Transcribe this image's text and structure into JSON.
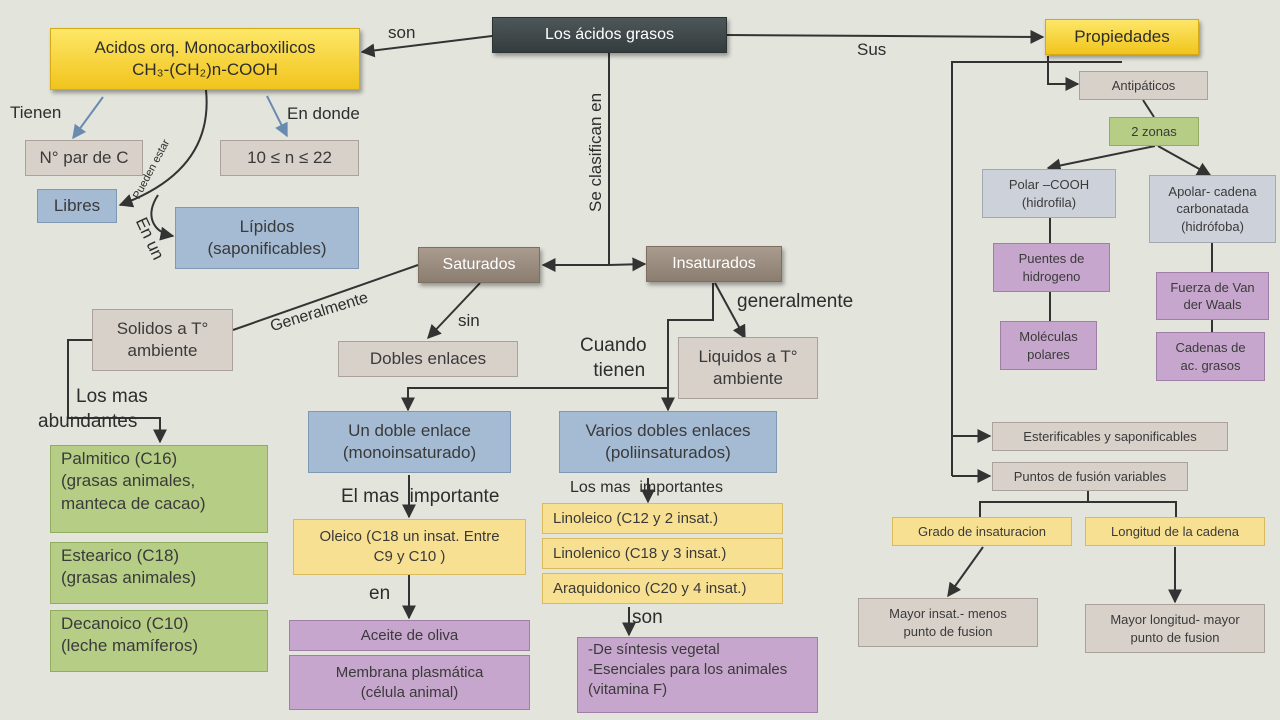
{
  "nodes": {
    "root": "Los ácidos grasos",
    "acidos_line1": "Acidos orq. Monocarboxilicos",
    "acidos_line2": "CH₃-(CH₂)n-COOH",
    "par_c": "N° par de C",
    "n_range": "10 ≤ n ≤ 22",
    "libres": "Libres",
    "lipidos_1": "Lípidos",
    "lipidos_2": "(saponificables)",
    "saturados": "Saturados",
    "insaturados": "Insaturados",
    "solidos_1": "Solidos a T°",
    "solidos_2": "ambiente",
    "dobles": "Dobles enlaces",
    "liquidos_1": "Liquidos a T°",
    "liquidos_2": "ambiente",
    "palmitico_1": "Palmitico (C16)",
    "palmitico_2": "(grasas animales,",
    "palmitico_3": "manteca de cacao)",
    "estearico_1": "Estearico (C18)",
    "estearico_2": "(grasas animales)",
    "decanoico_1": "Decanoico (C10)",
    "decanoico_2": "(leche mamíferos)",
    "mono_1": "Un doble enlace",
    "mono_2": "(monoinsaturado)",
    "poli_1": "Varios dobles enlaces",
    "poli_2": "(poliinsaturados)",
    "oleico_1": "Oleico (C18 un insat. Entre",
    "oleico_2": "C9 y C10 )",
    "aceite": "Aceite de oliva",
    "membrana_1": "Membrana plasmática",
    "membrana_2": "(célula animal)",
    "linoleico": "Linoleico (C12 y 2 insat.)",
    "linolenico": "Linolenico (C18 y 3 insat.)",
    "araquidonico": "Araquidonico (C20 y 4 insat.)",
    "sintesis_1": "-De síntesis vegetal",
    "sintesis_2": "-Esenciales para los animales",
    "sintesis_3": "(vitamina F)",
    "propiedades": "Propiedades",
    "antipaticos": "Antipáticos",
    "zonas": "2 zonas",
    "polar_1": "Polar –COOH",
    "polar_2": "(hidrofila)",
    "apolar_1": "Apolar- cadena",
    "apolar_2": "carbonatada",
    "apolar_3": "(hidrófoba)",
    "puentes_1": "Puentes de",
    "puentes_2": "hidrogeno",
    "moleculas_1": "Moléculas",
    "moleculas_2": "polares",
    "vanderwaals_1": "Fuerza de Van",
    "vanderwaals_2": "der Waals",
    "cadenas_1": "Cadenas de",
    "cadenas_2": "ac. grasos",
    "esterificables": "Esterificables y saponificables",
    "puntos": "Puntos de fusión variables",
    "grado": "Grado de insaturacion",
    "longitud": "Longitud de la cadena",
    "mayor_insat_1": "Mayor insat.- menos",
    "mayor_insat_2": "punto de fusion",
    "mayor_long_1": "Mayor longitud- mayor",
    "mayor_long_2": "punto de fusion"
  },
  "links": {
    "son": "son",
    "sus": "Sus",
    "tienen": "Tienen",
    "en_donde": "En donde",
    "pueden_estar": "Pueden estar",
    "en_un": "En un",
    "se_clasifican": "Se clasifican en",
    "generalmente_sat": "Generalmente",
    "sin": "sin",
    "generalmente_ins": "generalmente",
    "cuando": "Cuando",
    "tienen2": "tienen",
    "los_mas": "Los mas",
    "abundantes": "abundantes",
    "el_mas_importante": "El mas  importante",
    "los_mas_importantes": "Los mas  importantes",
    "en": "en",
    "son2": "son"
  }
}
